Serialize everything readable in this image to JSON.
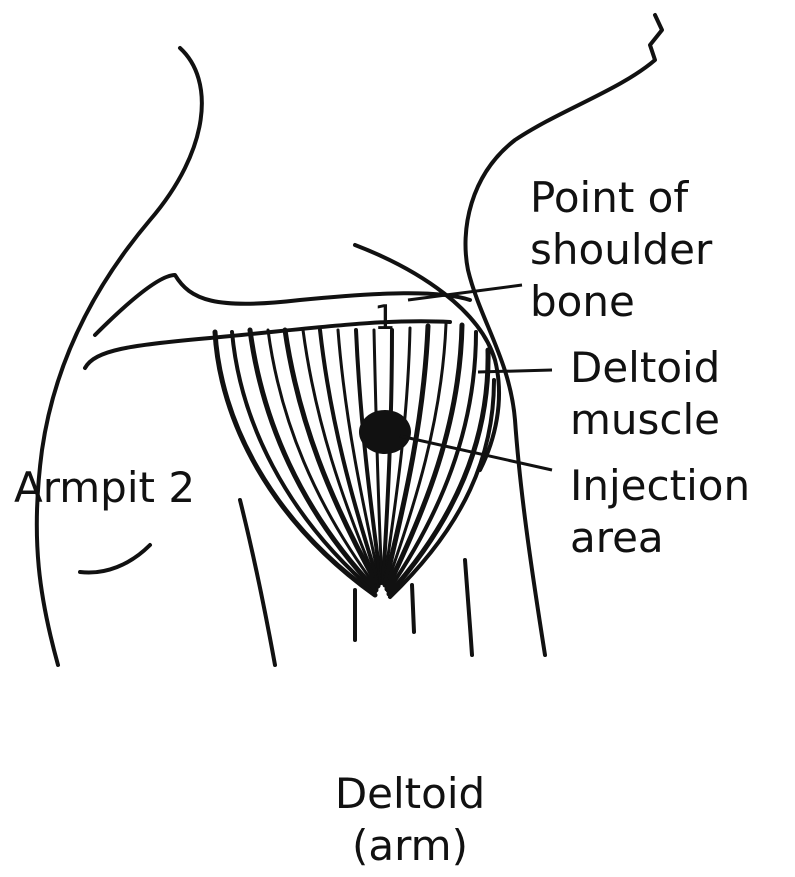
{
  "labels": {
    "point_of_shoulder_bone": [
      "Point of",
      "shoulder",
      "bone"
    ],
    "deltoid_muscle": [
      "Deltoid",
      "muscle"
    ],
    "injection_area": [
      "Injection",
      "area"
    ],
    "armpit": "Armpit 2",
    "landmark_1": "1"
  },
  "caption": [
    "Deltoid",
    "(arm)"
  ],
  "colors": {
    "ink": "#111111",
    "background": "#ffffff"
  }
}
